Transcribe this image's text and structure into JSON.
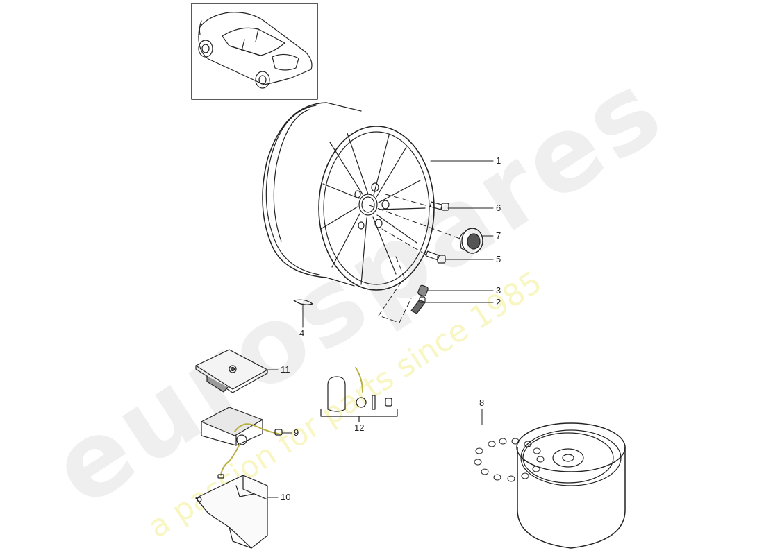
{
  "diagram": {
    "title_thumbnail": "car-overview-thumbnail",
    "watermark": {
      "brand": "eurospares",
      "tagline": "a passion for parts since 1985",
      "brand_color": "#d8d8d8",
      "tagline_color": "#f0eb78"
    },
    "callouts": [
      {
        "num": "1",
        "part": "alloy-wheel"
      },
      {
        "num": "2",
        "part": "tire-valve"
      },
      {
        "num": "3",
        "part": "valve-cap"
      },
      {
        "num": "4",
        "part": "balance-weight"
      },
      {
        "num": "5",
        "part": "wheel-bolt"
      },
      {
        "num": "6",
        "part": "locking-wheel-bolt"
      },
      {
        "num": "7",
        "part": "hub-cap-crest"
      },
      {
        "num": "8",
        "part": "spare-wheel"
      },
      {
        "num": "9",
        "part": "air-compressor"
      },
      {
        "num": "10",
        "part": "compressor-bracket"
      },
      {
        "num": "11",
        "part": "compressor-cover"
      },
      {
        "num": "12",
        "part": "tire-sealant-kit"
      }
    ]
  }
}
